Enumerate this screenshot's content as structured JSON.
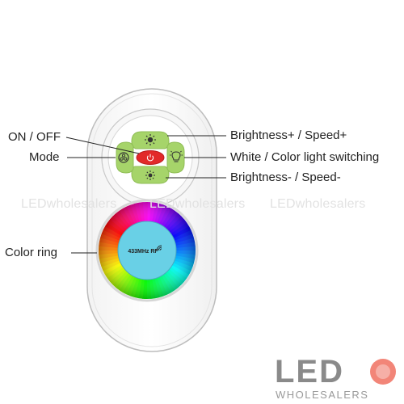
{
  "labels": {
    "on_off": "ON / OFF",
    "mode": "Mode",
    "color_ring": "Color ring",
    "brightness_up": "Brightness+ / Speed+",
    "white_color": "White / Color light switching",
    "brightness_down": "Brightness- / Speed-"
  },
  "center_text": "433MHz RF",
  "watermark": "LEDwholesalers",
  "logo": {
    "big": "LED",
    "small": "WHOLESALERS"
  },
  "icons": {
    "power": "power-icon",
    "mode": "mode-icon",
    "sun_up": "sun-icon",
    "sun_down": "sun-small-icon",
    "bulb": "bulb-icon",
    "wifi": "wireless-icon"
  },
  "colors": {
    "button_green": "#a6d46a",
    "power_red": "#e22a2a",
    "center_cyan": "#69d0e6",
    "outline": "#bdbdbd",
    "logo_dot": "#f07060"
  }
}
